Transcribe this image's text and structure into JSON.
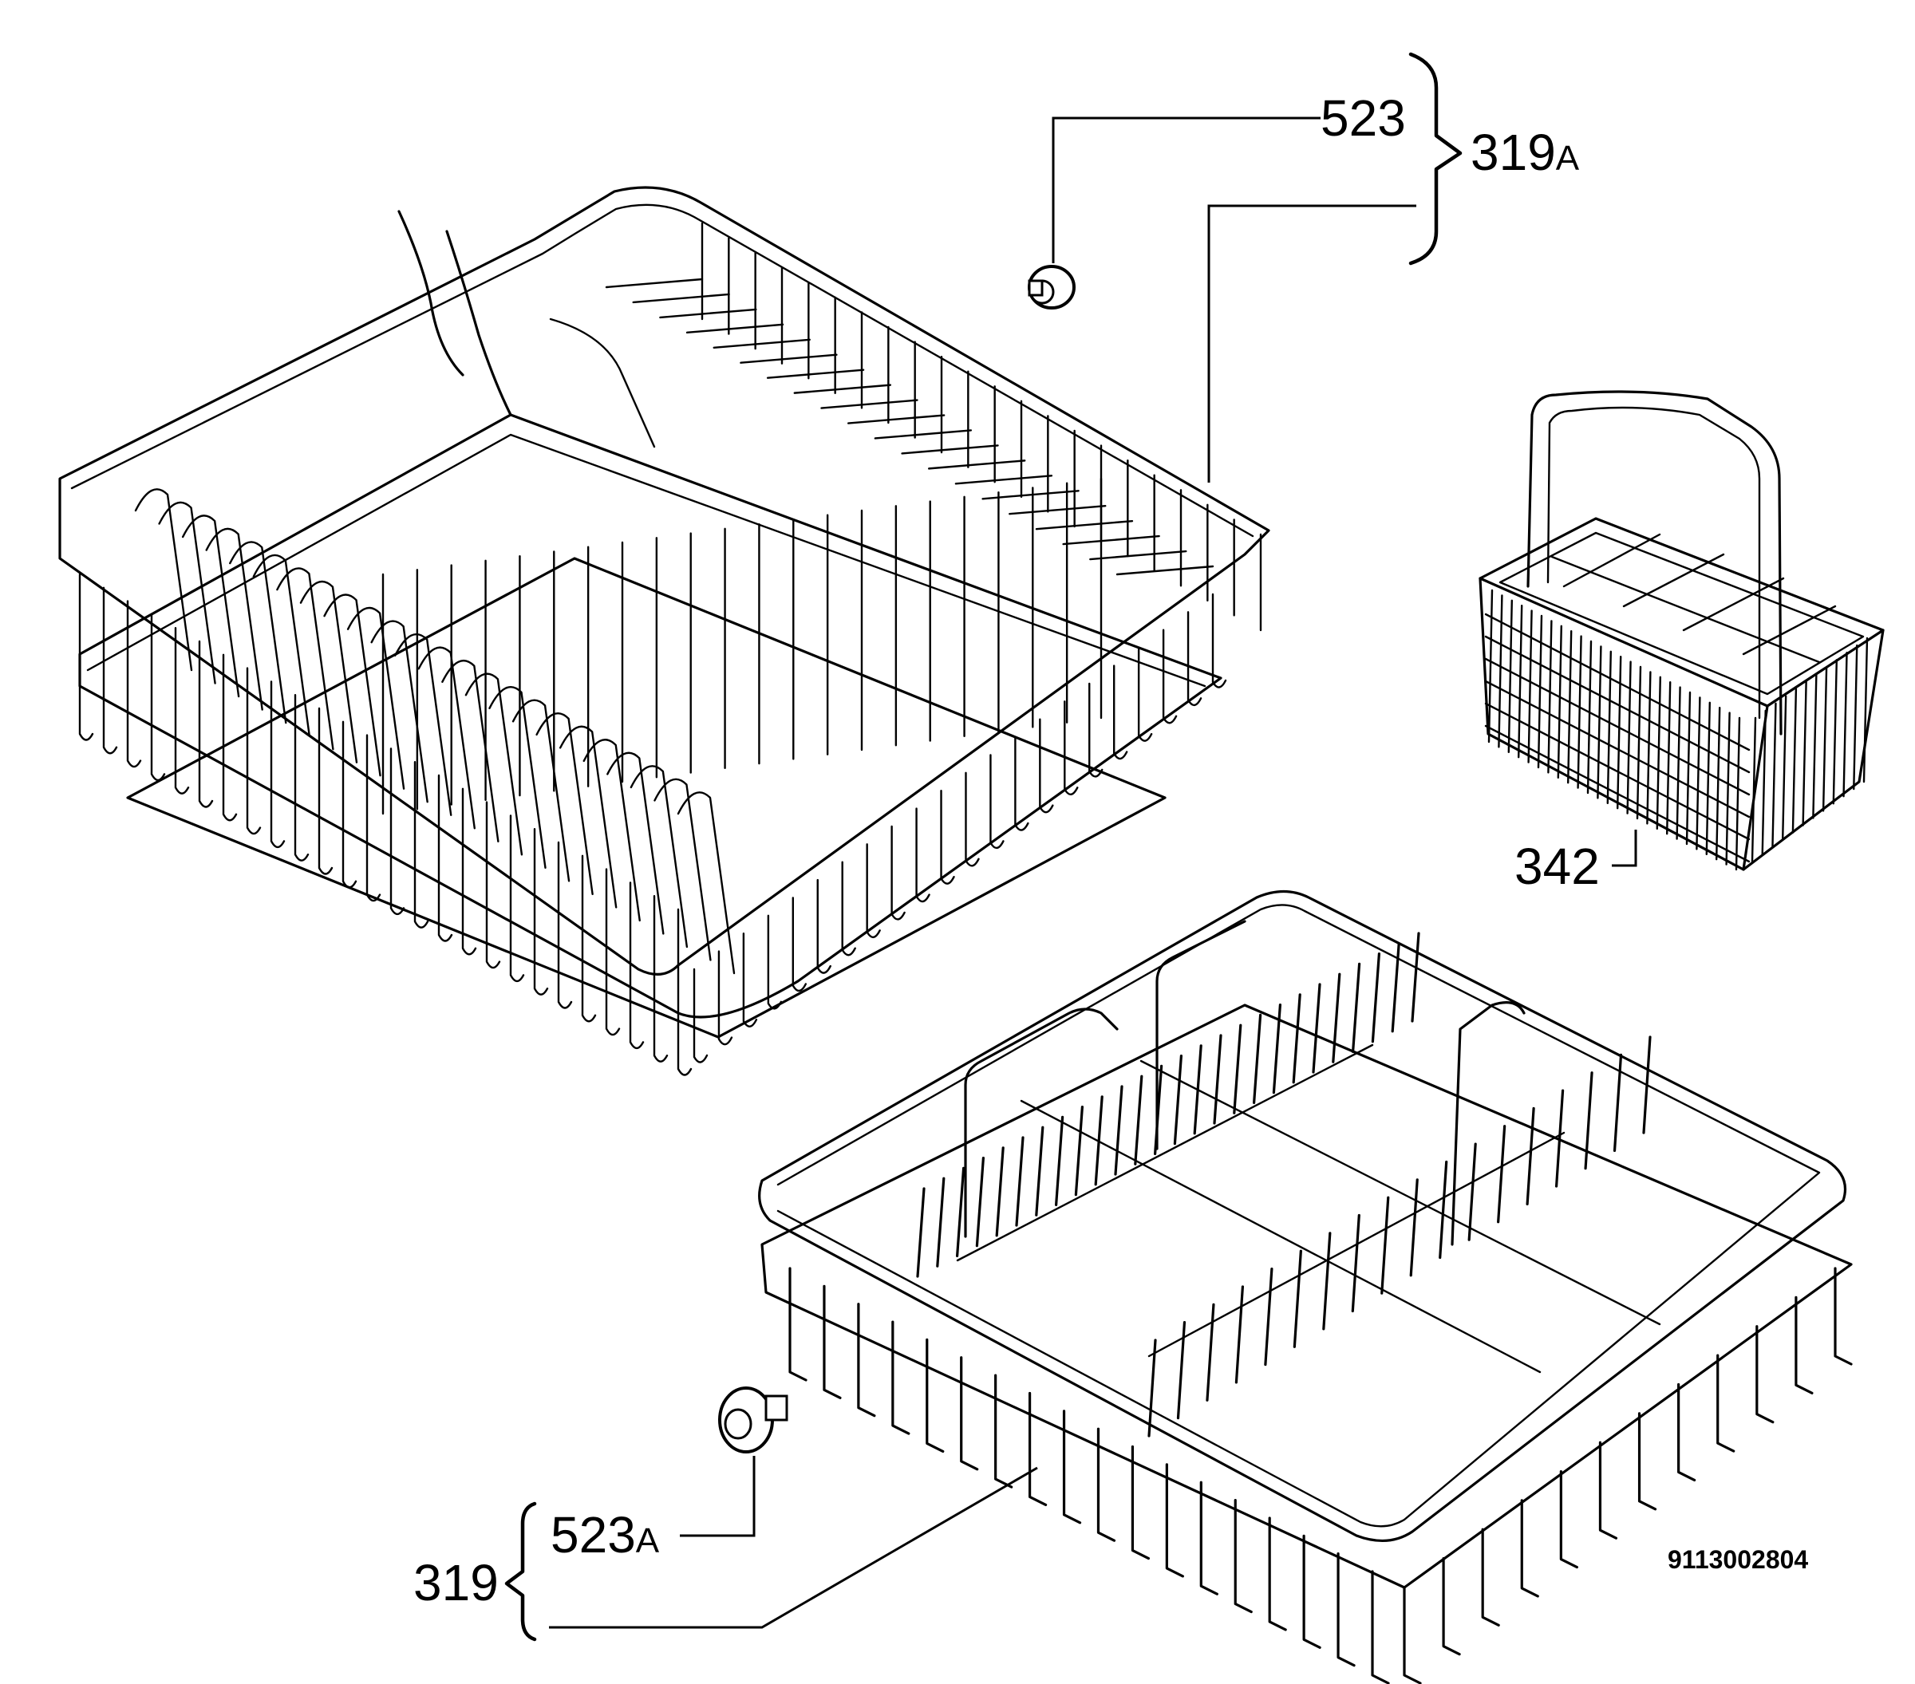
{
  "callouts": {
    "p523": "523",
    "p319a_num": "319",
    "p319a_suffix": "A",
    "p342": "342",
    "p523a_num": "523",
    "p523a_suffix": "A",
    "p319": "319"
  },
  "reference_number": "9113002804",
  "parts": {
    "upper_basket": "upper-basket",
    "lower_basket": "lower-basket",
    "cutlery_basket": "cutlery-basket",
    "upper_wheel": "upper-wheel",
    "lower_wheel": "lower-wheel"
  }
}
